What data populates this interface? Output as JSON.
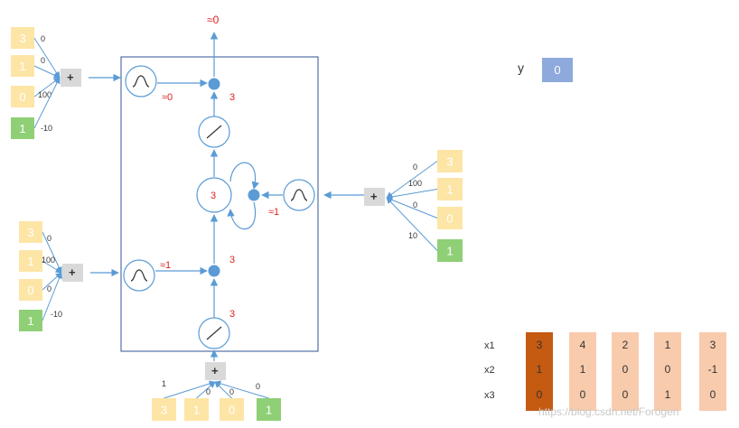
{
  "colors": {
    "input_box": "#fde5a6",
    "bias_box": "#8fcf76",
    "sum_box": "#d9d9d9",
    "arrow": "#5b9bd5",
    "dot": "#5b9bd5",
    "red_text": "#e02020",
    "output_box": "#8eaadc",
    "table_active": "#c55a11",
    "table_cell": "#f8cbad",
    "text_white": "#ffffff",
    "text_dark": "#333333",
    "frame": "#2f5597"
  },
  "output_top": "≈0",
  "y_label": "y",
  "y_value": "0",
  "forget_gate": {
    "inputs": [
      "3",
      "1",
      "0",
      "1"
    ],
    "weights": [
      "0",
      "0",
      "100",
      "-10"
    ],
    "sum": "+",
    "activation": "≈0"
  },
  "input_gate": {
    "inputs": [
      "3",
      "1",
      "0",
      "1"
    ],
    "weights": [
      "0",
      "100",
      "0",
      "-10"
    ],
    "sum": "+",
    "activation": "≈1"
  },
  "output_gate": {
    "inputs": [
      "3",
      "1",
      "0",
      "1"
    ],
    "weights": [
      "0",
      "100",
      "0",
      "10"
    ],
    "sum": "+",
    "activation": "≈1"
  },
  "cell_input": {
    "inputs": [
      "3",
      "1",
      "0",
      "1"
    ],
    "weights": [
      "1",
      "0",
      "0",
      "0"
    ],
    "sum": "+"
  },
  "cell": {
    "memory": "3",
    "value_input": "3",
    "value_after_input_gate": "3",
    "value_output": "3"
  },
  "table": {
    "row_labels": [
      "x1",
      "x2",
      "x3"
    ],
    "columns": [
      [
        "3",
        "1",
        "0"
      ],
      [
        "4",
        "1",
        "0"
      ],
      [
        "2",
        "0",
        "0"
      ],
      [
        "1",
        "0",
        "1"
      ],
      [
        "3",
        "-1",
        "0"
      ]
    ],
    "active_column": 0
  },
  "watermark": "https://blog.csdn.net/Forogen"
}
